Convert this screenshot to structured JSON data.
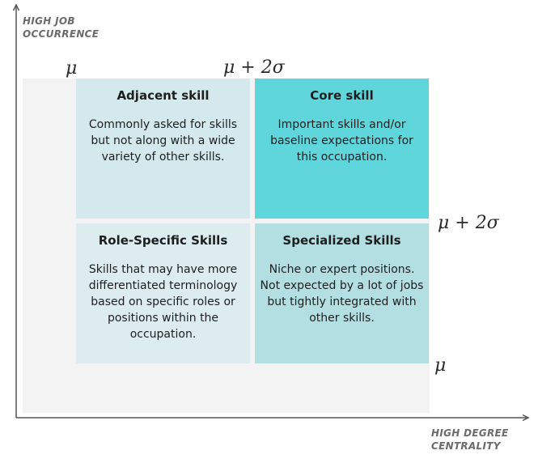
{
  "axes": {
    "y_label_lines": [
      "HIGH JOB",
      "OCCURRENCE"
    ],
    "x_label_lines": [
      "HIGH DEGREE",
      "CENTRALITY"
    ]
  },
  "thresholds": {
    "top_left": "μ",
    "top_right": "μ + 2σ",
    "right_upper": "μ + 2σ",
    "right_lower": "μ"
  },
  "colors": {
    "adjacent": "#d3e9ed",
    "core": "#5fd6dc",
    "role_specific": "#dcecef",
    "specialized": "#b3dfe3",
    "background": "#f3f3f3",
    "axis": "#555555",
    "axis_label": "#6b6b6b"
  },
  "quadrants": {
    "adjacent": {
      "title": "Adjacent skill",
      "description": "Commonly asked for skills but not along with a wide variety of other skills."
    },
    "core": {
      "title": "Core skill",
      "description": "Important skills and/or baseline expectations for this occupation."
    },
    "role_specific": {
      "title": "Role-Specific Skills",
      "description": "Skills that may have more differentiated terminology based on specific roles or positions within the occupation."
    },
    "specialized": {
      "title": "Specialized Skills",
      "description": "Niche or expert positions. Not expected by a lot of jobs but tightly integrated with other skills."
    }
  }
}
